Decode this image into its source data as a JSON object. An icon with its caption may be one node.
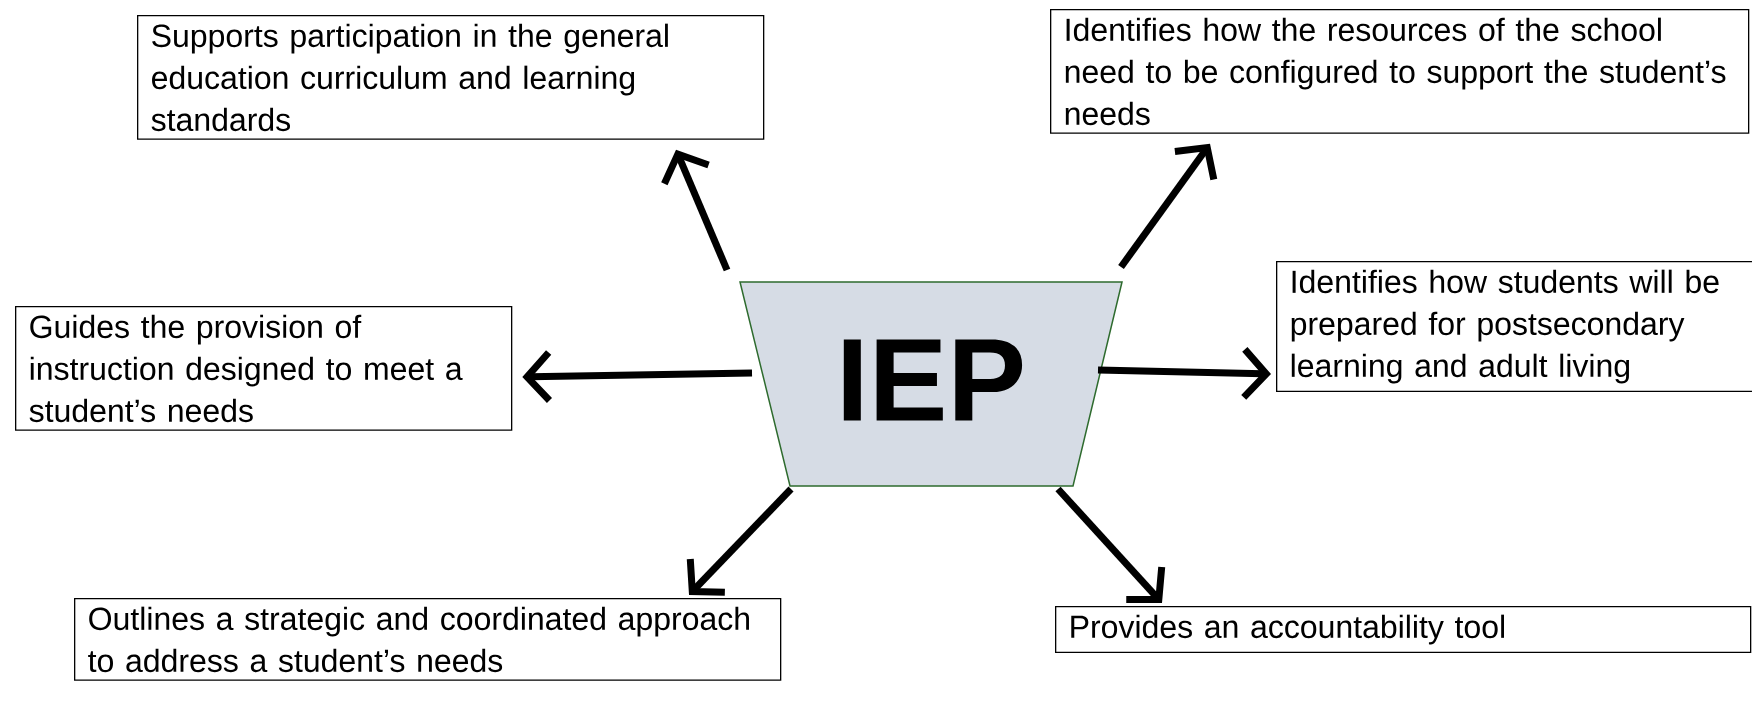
{
  "diagram": {
    "nodes": [
      {
        "text": [
          "IEP"
        ]
      },
      {
        "text": [
          "Supports participation in the general education curriculum and learning standards"
        ]
      },
      {
        "text": [
          "Identifies how the resources of the school need to be configured to support the student’s needs"
        ]
      },
      {
        "text": [
          "Guides the provision of instruction designed to meet a student’s needs"
        ]
      },
      {
        "text": [
          "Identifies how students will be prepared for postsecondary learning and adult living"
        ]
      },
      {
        "text": [
          "Outlines a strategic and coordinated approach to address a student’s needs"
        ]
      },
      {
        "text": [
          "Provides an accountability tool"
        ]
      }
    ],
    "edges": [
      {
        "from": 0,
        "to": 1,
        "arrow": "to"
      },
      {
        "from": 0,
        "to": 2,
        "arrow": "to"
      },
      {
        "from": 0,
        "to": 3,
        "arrow": "to"
      },
      {
        "from": 0,
        "to": 4,
        "arrow": "to"
      },
      {
        "from": 0,
        "to": 5,
        "arrow": "to"
      },
      {
        "from": 0,
        "to": 6,
        "arrow": "to"
      }
    ]
  }
}
